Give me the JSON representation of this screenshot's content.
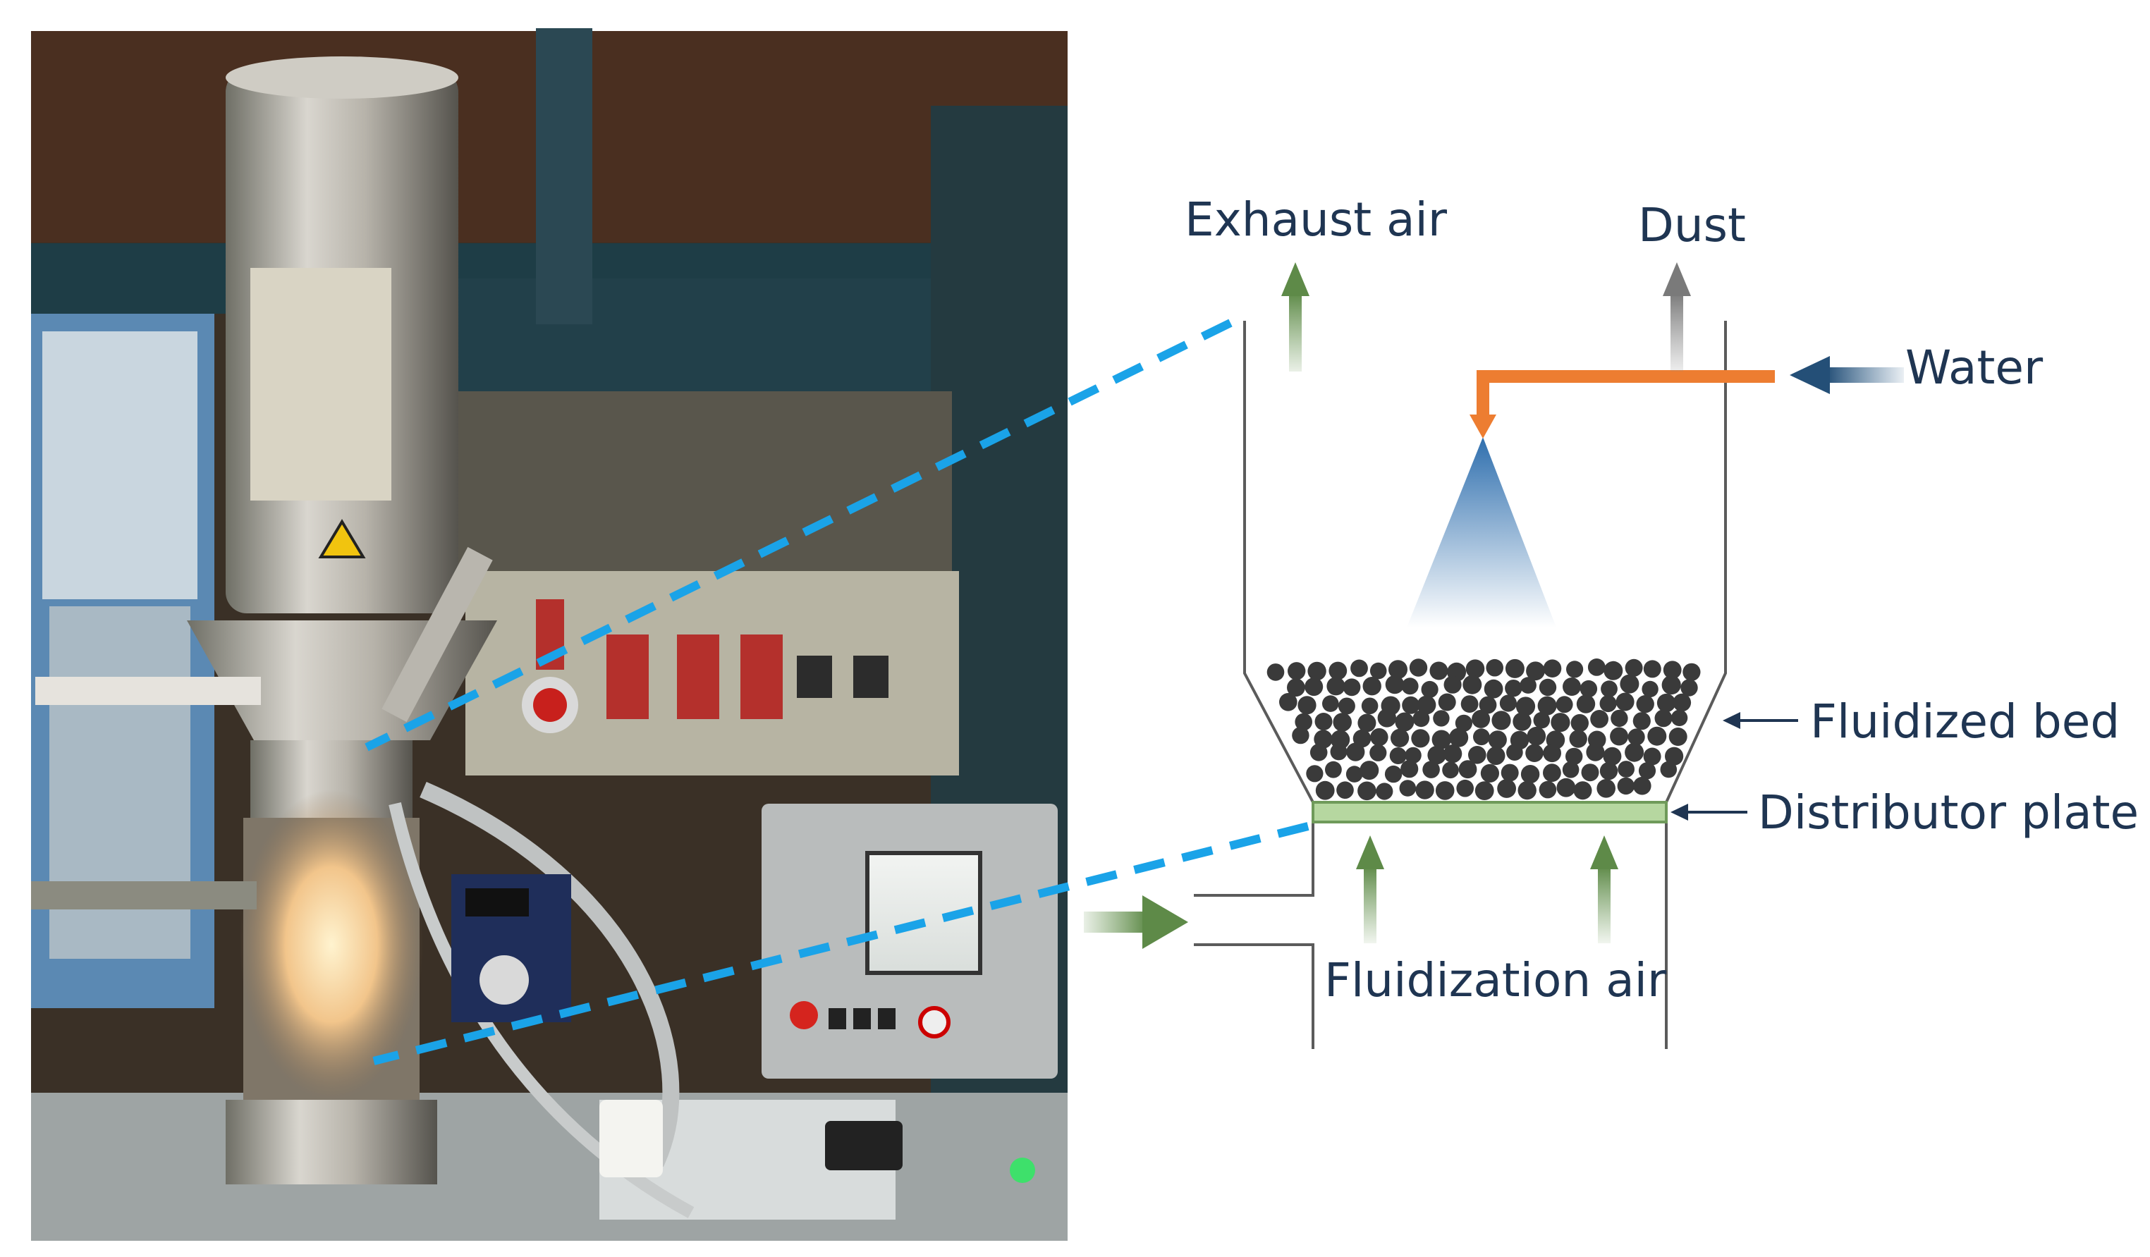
{
  "labels": {
    "exhaust_air": "Exhaust air",
    "dust": "Dust",
    "water": "Water",
    "fluidized_bed": "Fluidized bed",
    "distributor_plate": "Distributor plate",
    "fluidization_air": "Fluidization air"
  },
  "colors": {
    "label_text": "#1f3552",
    "vessel_outline": "#5b5b5b",
    "air_arrow_green": "#6f9a5a",
    "dust_arrow_grey": "#8c8c8c",
    "water_pipe_orange": "#ed7d31",
    "water_arrow_blue": "#2e5f8a",
    "spray_cone_blue": "#2f6fae",
    "particle_dark": "#3a3a3a",
    "distributor_plate_green": "#b6d7a0",
    "callout_dash_blue": "#1aa3e8"
  },
  "icons": {
    "photo": "fluid-bed-granulator-photo",
    "spray": "spray-nozzle-cone-icon",
    "particles": "fluidized-particles-icon"
  }
}
